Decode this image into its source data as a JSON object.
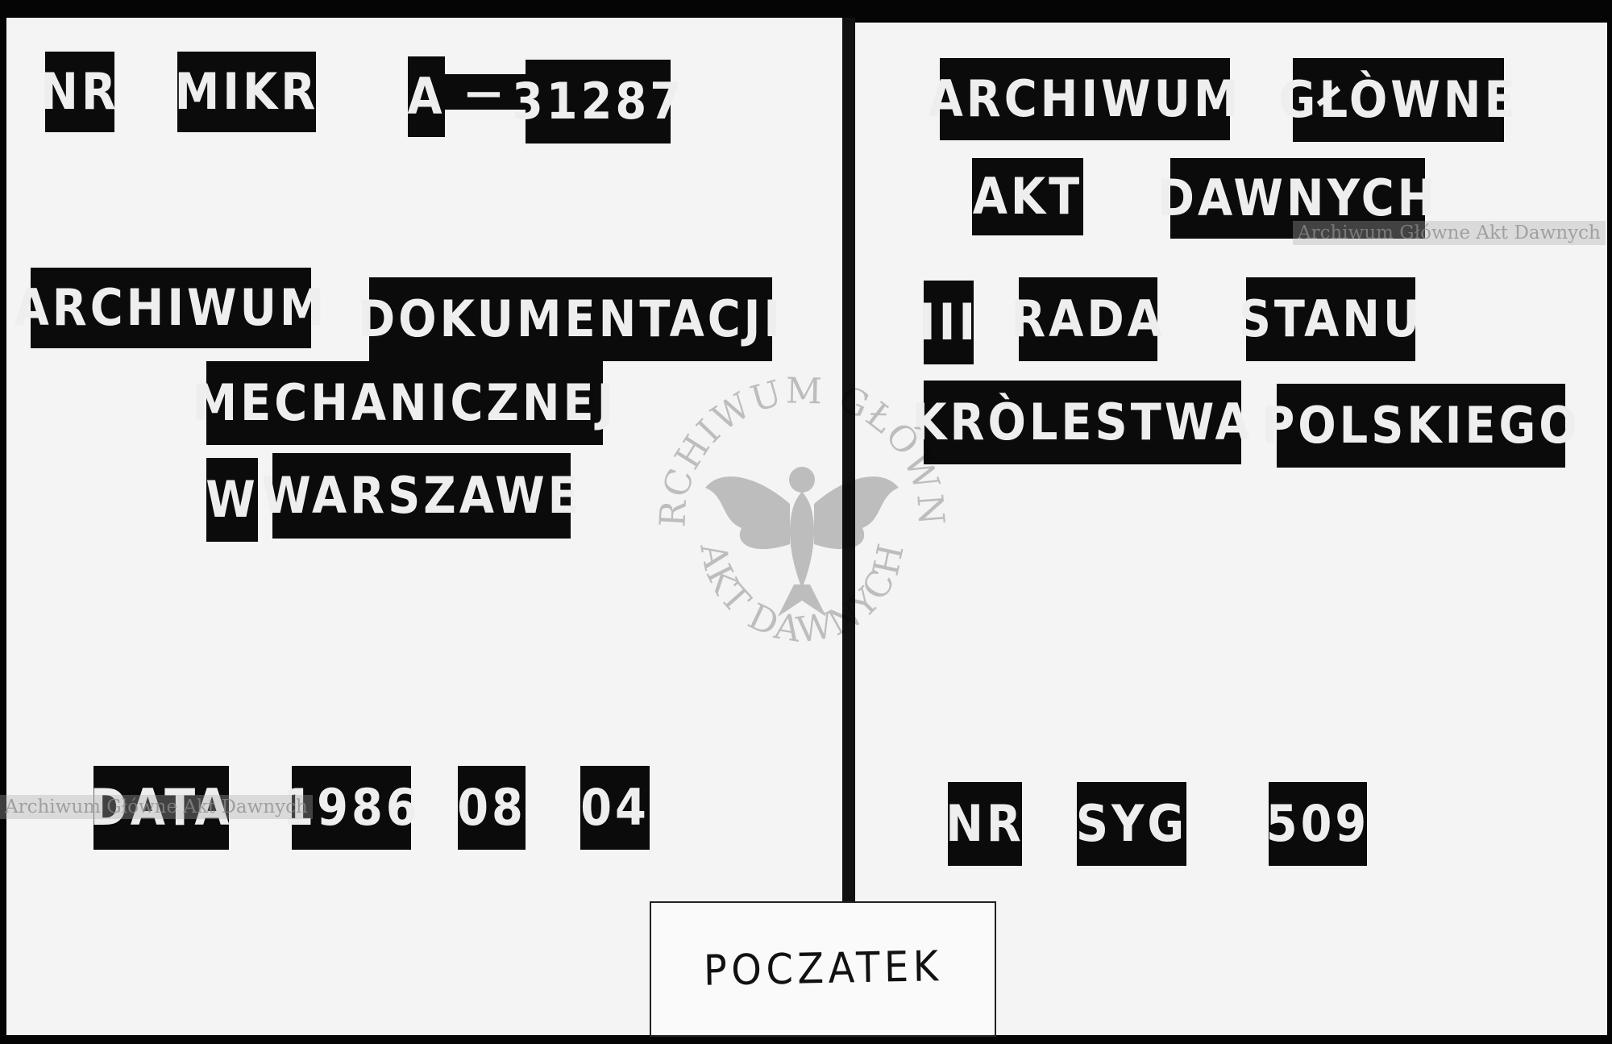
{
  "header_left": {
    "nr": "NR",
    "mikr": "MIKR",
    "prefix": "A",
    "dash": "—",
    "number": "31287"
  },
  "institution_left": {
    "line1_a": "ARCHIWUM",
    "line1_b": "DOKUMENTACJI",
    "line2": "MECHANICZNEJ",
    "line3_a": "W",
    "line3_b": "WARSZAWE"
  },
  "date": {
    "label": "DATA",
    "year": "1986",
    "month": "08",
    "day": "04"
  },
  "institution_right": {
    "line1_a": "ARCHIWUM",
    "line1_b": "GŁÒWNE",
    "line2_a": "AKT",
    "line2_b": "DAWNYCH"
  },
  "fond": {
    "roman": "III",
    "word1": "RADA",
    "word2": "STANU",
    "word3": "KRÒLESTWA",
    "word4": "POLSKIEGO"
  },
  "signature": {
    "nr": "NR",
    "syg": "SYG",
    "number": "509"
  },
  "label_card": {
    "text": "POCZATEK"
  },
  "watermarks": {
    "top_right": "Archiwum Główne Akt Dawnych",
    "bottom_left": "Archiwum Główne Akt Dawnych"
  },
  "stamp": {
    "text_top": "ARCHIWUM GŁÓWNE",
    "text_bottom": "AKT DAWNYCH"
  }
}
